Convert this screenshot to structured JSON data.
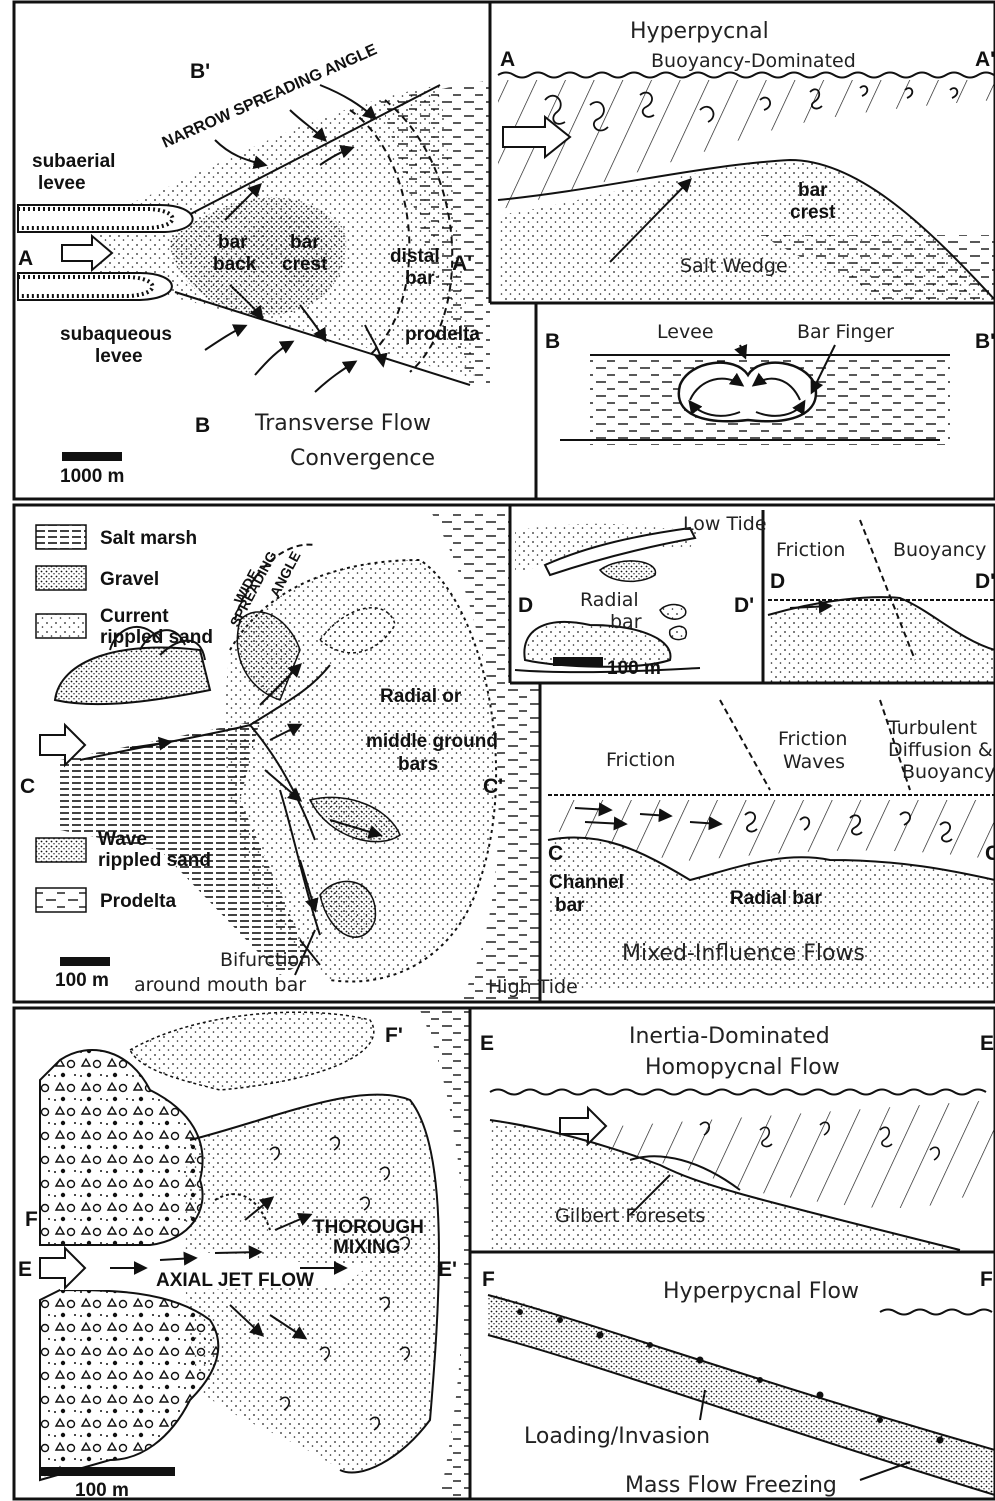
{
  "colors": {
    "ink": "#111111",
    "paper": "#ffffff"
  },
  "panel_a": {
    "section_A": "A",
    "section_A_prime": "A'",
    "section_B": "B",
    "section_B_prime": "B'",
    "narrow_angle": "NARROW SPREADING ANGLE",
    "subaerial_levee": [
      "subaerial",
      "levee"
    ],
    "subaqueous_levee": [
      "subaqueous",
      "levee"
    ],
    "bar_back": [
      "bar",
      "back"
    ],
    "bar_crest": [
      "bar",
      "crest"
    ],
    "distal_bar": [
      "distal",
      "bar"
    ],
    "prodelta": "prodelta",
    "caption": [
      "Transverse Flow",
      "Convergence"
    ],
    "scale": "1000 m"
  },
  "panel_a_profile": {
    "title": "Hyperpycnal",
    "subtitle": "Buoyancy-Dominated",
    "left": "A",
    "right": "A'",
    "bar_crest": [
      "bar",
      "crest"
    ],
    "salt_wedge": "Salt Wedge"
  },
  "panel_a_cross": {
    "left": "B",
    "right": "B'",
    "levee": "Levee",
    "bar_finger": "Bar Finger"
  },
  "panel_c": {
    "legend": [
      {
        "icon": "salt-marsh-swatch",
        "label": [
          "Salt marsh"
        ]
      },
      {
        "icon": "gravel-swatch",
        "label": [
          "Gravel"
        ]
      },
      {
        "icon": "current-rippled-sand-swatch",
        "label": [
          "Current",
          "rippled sand"
        ]
      },
      {
        "icon": "wave-rippled-sand-swatch",
        "label": [
          "Wave",
          "rippled sand"
        ]
      },
      {
        "icon": "prodelta-swatch",
        "label": [
          "Prodelta"
        ]
      }
    ],
    "wide_angle": [
      "WIDE",
      "SPREADING",
      "ANGLE"
    ],
    "radial": [
      "Radial or",
      "middle ground",
      "bars"
    ],
    "section_C": "C",
    "section_C_prime": "C'",
    "bifurcation": [
      "Bifurction",
      "around mouth bar"
    ],
    "high_tide": "High Tide",
    "scale": "100 m"
  },
  "panel_c_inset": {
    "low_tide": "Low Tide",
    "radial_bar": [
      "Radial",
      "bar"
    ],
    "left": "D",
    "right": "D'",
    "scale": "100 m"
  },
  "panel_c_friction": {
    "friction": "Friction",
    "buoyancy": "Buoyancy",
    "left": "D",
    "right": "D'"
  },
  "panel_c_profile": {
    "zones": [
      "Friction",
      [
        "Friction",
        "Waves"
      ],
      [
        "Turbulent",
        "Diffusion &",
        "Buoyancy"
      ]
    ],
    "left": "C",
    "right": "C'",
    "channel_bar": [
      "Channel",
      "bar"
    ],
    "radial_bar": "Radial bar",
    "caption": "Mixed-Influence Flows"
  },
  "panel_e": {
    "section_F": "F",
    "section_F_prime": "F'",
    "section_E": "E",
    "section_E_prime": "E'",
    "thorough": [
      "THOROUGH",
      "MIXING"
    ],
    "axial": "AXIAL JET FLOW",
    "scale": "100 m"
  },
  "panel_e_profile": {
    "title": "Inertia-Dominated",
    "subtitle": "Homopycnal Flow",
    "left": "E",
    "right": "E'",
    "gilbert": "Gilbert Foresets"
  },
  "panel_f_profile": {
    "title": "Hyperpycnal Flow",
    "left": "F",
    "right": "F'",
    "loading": "Loading/Invasion",
    "mass_flow": "Mass Flow Freezing"
  }
}
